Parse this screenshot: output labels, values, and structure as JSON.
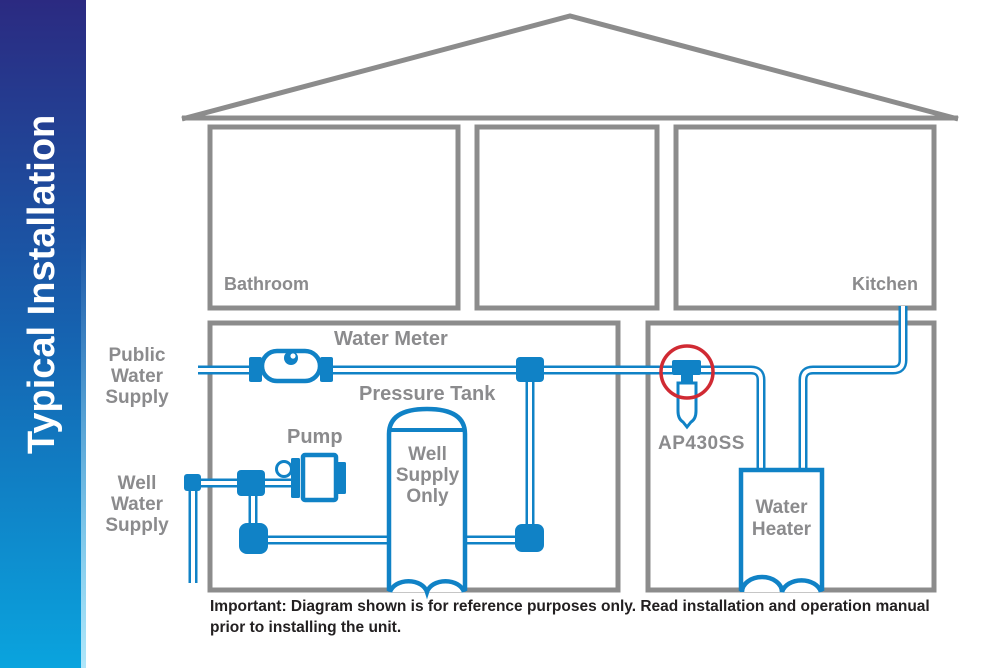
{
  "sidebar": {
    "title": "Typical Installation"
  },
  "rooms": {
    "bathroom": "Bathroom",
    "kitchen": "Kitchen"
  },
  "labels": {
    "public_water_supply": "Public\nWater\nSupply",
    "well_water_supply": "Well\nWater\nSupply",
    "water_meter": "Water Meter",
    "pressure_tank": "Pressure Tank",
    "well_supply_only": "Well\nSupply\nOnly",
    "pump": "Pump",
    "filter_model": "AP430SS",
    "water_heater": "Water\nHeater"
  },
  "caption": {
    "line1": "Important: Diagram shown is for reference purposes only. Read installation and operation manual",
    "line2": "prior to installing the unit."
  },
  "icons": [
    "water-meter-icon",
    "pressure-tank-icon",
    "pump-icon",
    "inline-filter-icon",
    "water-heater-icon",
    "highlight-circle-icon"
  ],
  "colors": {
    "pipe_blue": "#1082c6",
    "outline_gray": "#8c8c8c",
    "label_gray": "#8b8b8d",
    "highlight_red": "#d02a33",
    "caption_text": "#232021",
    "sidebar_gradient_top": "#2b2a81",
    "sidebar_gradient_bottom": "#0aa4de"
  }
}
